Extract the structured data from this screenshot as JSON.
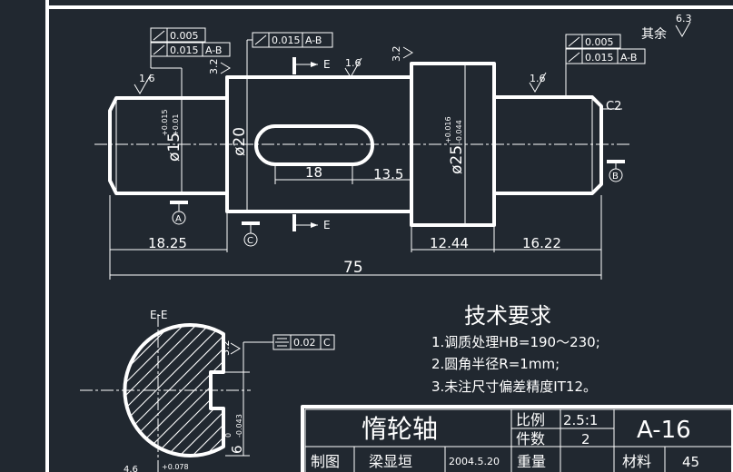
{
  "tech_requirements": {
    "title": "技术要求",
    "items": [
      "1.调质处理HB=190～230;",
      "2.圆角半径R=1mm;",
      "3.未注尺寸偏差精度IT12。"
    ]
  },
  "title_block": {
    "part_name": "惰轮轴",
    "scale_label": "比例",
    "scale_value": "2.5:1",
    "qty_label": "件数",
    "qty_value": "2",
    "drawing_no": "A-16",
    "drawn_label": "制图",
    "drawn_by": "梁显垣",
    "date": "2004.5.20",
    "weight_label": "重量",
    "material_label": "材料",
    "material_value": "45"
  },
  "dimensions": {
    "overall": "75",
    "left_len": "18.25",
    "mid_len": "12.44",
    "right_len": "16.22",
    "key_len": "18",
    "key_pos": "13.5",
    "d15": "ø15",
    "d15_tol_up": "+0.015",
    "d15_tol_low": "+0.01",
    "d20": "ø20",
    "d25": "ø25",
    "d25_tol_up": "+0.016",
    "d25_tol_low": "-0.044",
    "chamfer": "C2",
    "section_depth": "6",
    "section_tol_up": "0",
    "section_tol_low": "-0.043",
    "bottom_partial": "4.6",
    "bottom_partial_tol": "+0.078"
  },
  "tolerances": {
    "circ_runout_left": "0.005",
    "runout_left": "0.015",
    "runout_left_datum": "A-B",
    "runout_mid": "0.015",
    "runout_mid_datum": "A-B",
    "circ_runout_right": "0.005",
    "runout_right": "0.015",
    "runout_right_datum": "A-B",
    "symmetry": "0.02",
    "symmetry_datum": "C"
  },
  "datums": {
    "a": "A",
    "b": "B",
    "c": "C"
  },
  "roughness": {
    "v1": "1.6",
    "v2": "3.2",
    "v3": "1.6",
    "v4": "3.2",
    "v5": "1.6",
    "section": "3.2",
    "default_label": "其余",
    "default_value": "6.3"
  },
  "section": {
    "label": "E-E",
    "cut_mark": "E"
  }
}
